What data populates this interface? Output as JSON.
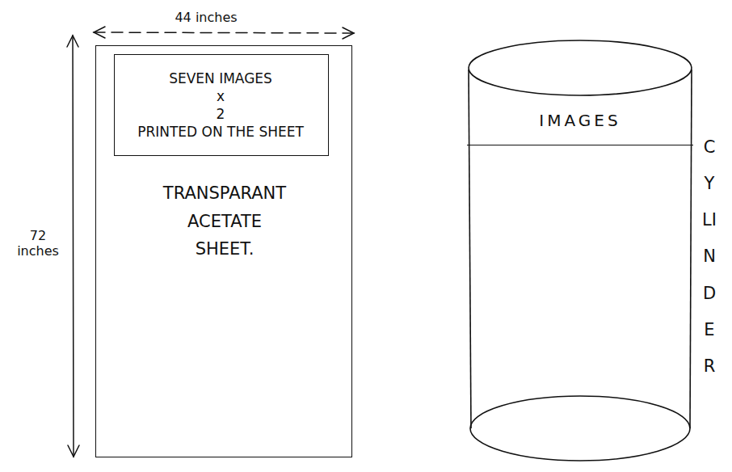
{
  "diagram": {
    "nodes": [
      {
        "text": [
          "TRANSPARANT ACETATE SHEET."
        ]
      },
      {
        "text": [
          "SEVEN IMAGES x 2 PRINTED ON THE SHEET"
        ],
        "in": 0
      },
      {
        "text": [
          "CYLINDER"
        ]
      },
      {
        "text": [
          "IMAGES"
        ],
        "in": 2
      }
    ],
    "labels": [
      "44 inches",
      "72 inches"
    ]
  }
}
